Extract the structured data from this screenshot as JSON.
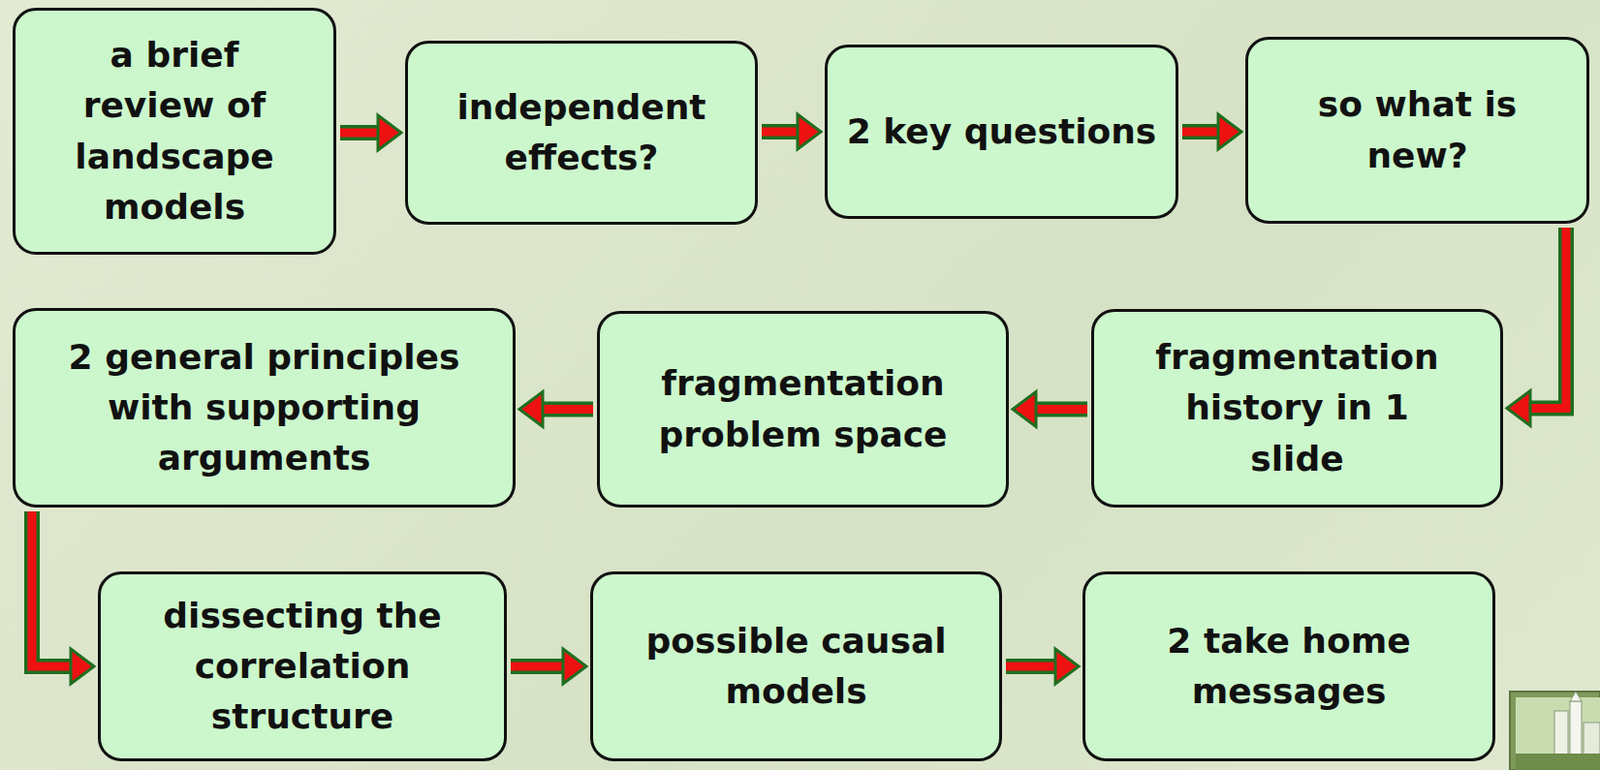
{
  "diagram": {
    "nodes": [
      {
        "text": [
          "a brief review of landscape models"
        ]
      },
      {
        "text": [
          "independent effects?"
        ]
      },
      {
        "text": [
          "2 key questions"
        ]
      },
      {
        "text": [
          "so what is new?"
        ]
      },
      {
        "text": [
          "fragmentation history in 1 slide"
        ]
      },
      {
        "text": [
          "fragmentation problem space"
        ]
      },
      {
        "text": [
          "2 general principles with supporting arguments"
        ]
      },
      {
        "text": [
          "dissecting the correlation structure"
        ]
      },
      {
        "text": [
          "possible causal models"
        ]
      },
      {
        "text": [
          "2 take home messages"
        ]
      }
    ],
    "edges": [
      {
        "from": 0,
        "to": 1,
        "arrow": "to"
      },
      {
        "from": 1,
        "to": 2,
        "arrow": "to"
      },
      {
        "from": 2,
        "to": 3,
        "arrow": "to"
      },
      {
        "from": 3,
        "to": 4,
        "arrow": "to"
      },
      {
        "from": 4,
        "to": 5,
        "arrow": "to"
      },
      {
        "from": 5,
        "to": 6,
        "arrow": "to"
      },
      {
        "from": 6,
        "to": 7,
        "arrow": "to"
      },
      {
        "from": 7,
        "to": 8,
        "arrow": "to"
      },
      {
        "from": 8,
        "to": 9,
        "arrow": "to"
      }
    ]
  }
}
